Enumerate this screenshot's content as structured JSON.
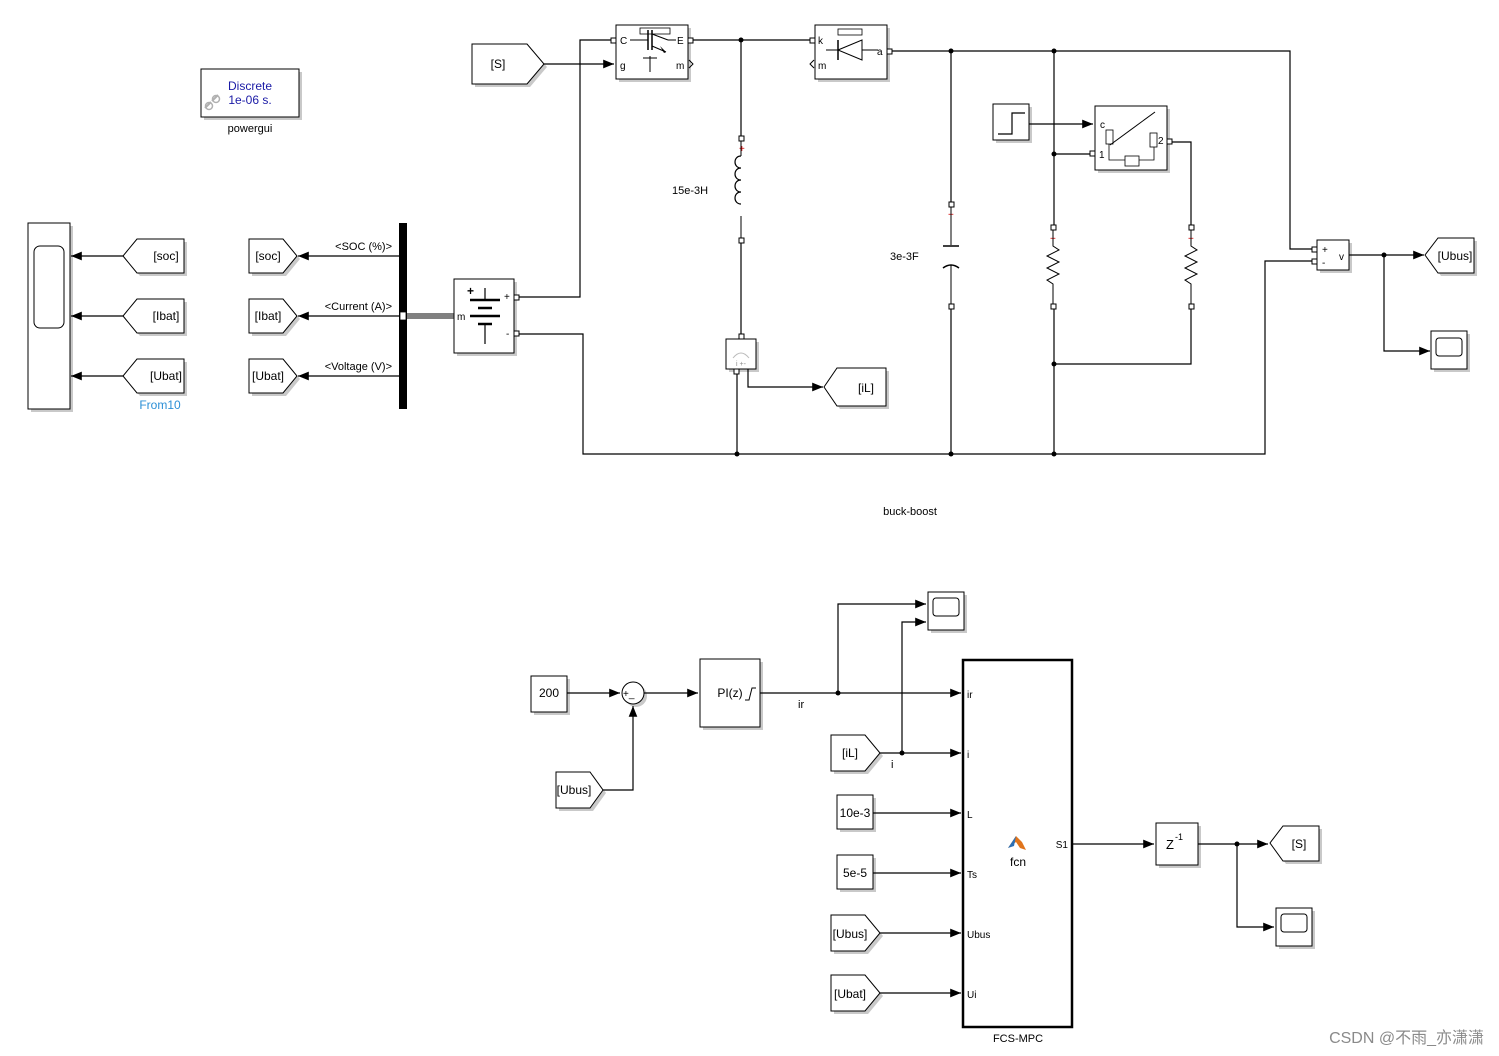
{
  "powergui": {
    "line1": "Discrete",
    "line2": "1e-06 s.",
    "name": "powergui"
  },
  "scope_left": {
    "from_label": "From10",
    "inputs": [
      "[soc]",
      "[Ibat]",
      "[Ubat]"
    ]
  },
  "battery_bus": {
    "gotos": [
      "[soc]",
      "[Ibat]",
      "[Ubat]"
    ],
    "signals": [
      "<SOC (%)>",
      "<Current (A)>",
      "<Voltage (V)>"
    ],
    "ports": {
      "plus": "+",
      "minus": "-",
      "m": "m"
    }
  },
  "from_S": "[S]",
  "igbt": {
    "C": "C",
    "E": "E",
    "g": "g",
    "m": "m"
  },
  "diode": {
    "k": "k",
    "a": "a",
    "m": "m"
  },
  "inductor": "15e-3H",
  "capacitor": "3e-3F",
  "breaker": {
    "c": "c",
    "p1": "1",
    "p2": "2"
  },
  "voltage_meas": {
    "plus": "+",
    "minus": "-",
    "v": "v"
  },
  "goto_Ubus": "[Ubus]",
  "goto_iL": "[iL]",
  "circuit_label": "buck-boost",
  "controller": {
    "const_ref": "200",
    "sum_signs": "+_",
    "from_Ubus": "[Ubus]",
    "pi_label": "PI(z)",
    "signal_ir": "ir",
    "from_iL": "[iL]",
    "signal_i": "i",
    "const_L": "10e-3",
    "const_Ts": "5e-5",
    "from_Ubus2": "[Ubus]",
    "from_Ubat": "[Ubat]",
    "mpc_inputs": [
      "ir",
      "i",
      "L",
      "Ts",
      "Ubus",
      "Ui"
    ],
    "mpc_output": "S1",
    "mpc_fcn": "fcn",
    "mpc_name": "FCS-MPC",
    "delay_base": "Z",
    "delay_exp": "-1",
    "goto_S": "[S]"
  },
  "watermark": "CSDN @不雨_亦潇潇"
}
